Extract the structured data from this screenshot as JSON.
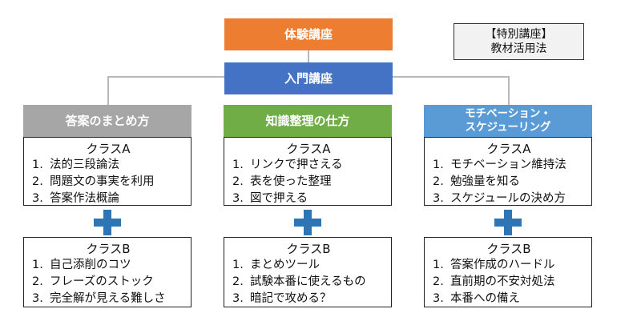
{
  "top": {
    "trial": "体験講座",
    "intro": "入門講座",
    "special_line1": "【特別講座】",
    "special_line2": "教材活用法"
  },
  "columns": [
    {
      "header": [
        "答案のまとめ方"
      ],
      "header_color": "#a6a6a6",
      "class_a": {
        "title": "クラスA",
        "items": [
          "法的三段論法",
          "問題文の事実を利用",
          "答案作法概論"
        ]
      },
      "class_b": {
        "title": "クラスB",
        "items": [
          "自己添削のコツ",
          "フレーズのストック",
          "完全解が見える難しさ"
        ]
      }
    },
    {
      "header": [
        "知識整理の仕方"
      ],
      "header_color": "#70ad47",
      "class_a": {
        "title": "クラスA",
        "items": [
          "リンクで押さえる",
          "表を使った整理",
          "図で押える"
        ]
      },
      "class_b": {
        "title": "クラスB",
        "items": [
          "まとめツール",
          "試験本番に使えるもの",
          "暗記で攻める？"
        ]
      }
    },
    {
      "header": [
        "モチベーション・",
        "スケジューリング"
      ],
      "header_color": "#5b9bd5",
      "class_a": {
        "title": "クラスA",
        "items": [
          "モチベーション維持法",
          "勉強量を知る",
          "スケジュールの決め方"
        ]
      },
      "class_b": {
        "title": "クラスB",
        "items": [
          "答案作成のハードル",
          "直前期の不安対処法",
          "本番への備え"
        ]
      }
    }
  ],
  "numbers": [
    "1.",
    "2.",
    "3."
  ],
  "colors": {
    "trial": "#ed7d31",
    "intro": "#4472c4",
    "plus": "#2e75b6"
  }
}
